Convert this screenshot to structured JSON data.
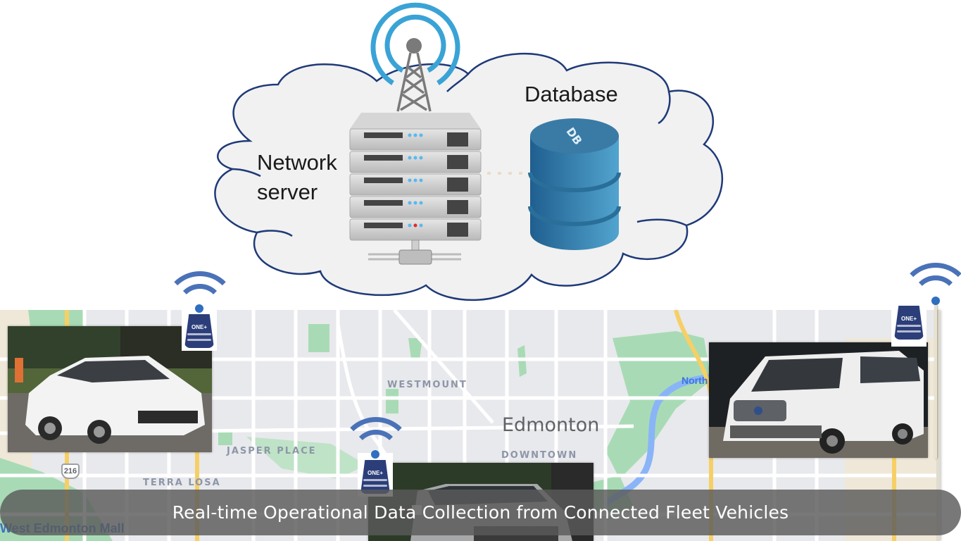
{
  "diagram": {
    "title": "Real-time Operational Data Collection from Connected Fleet Vehicles",
    "cloud": {
      "server_label_line1": "Network",
      "server_label_line2": "server",
      "database_label": "Database",
      "database_icon_text": "DB"
    },
    "map": {
      "city": "Edmonton",
      "neighbourhoods": [
        "WESTMOUNT",
        "JASPER PLACE",
        "DOWNTOWN",
        "TERRA LOSA"
      ],
      "river_label": "North",
      "poi": "West Edmonton Mall",
      "highway_number": "216"
    },
    "vehicles": [
      {
        "name": "white-sedan",
        "device_label": "ONE+"
      },
      {
        "name": "silver-pickup",
        "device_label": "ONE+"
      },
      {
        "name": "white-van",
        "device_label": "ONE+"
      }
    ],
    "colors": {
      "cloud_outline": "#1f3a78",
      "cloud_fill": "#f1f1f1",
      "signal_light": "#3aa3d6",
      "signal_device": "#4a72b8",
      "database": "#2e77a8",
      "caption_bg": "#5a5a5a",
      "map_bg": "#e8e9ec",
      "map_green": "#a8dbb5",
      "river": "#8ab4f8"
    }
  }
}
